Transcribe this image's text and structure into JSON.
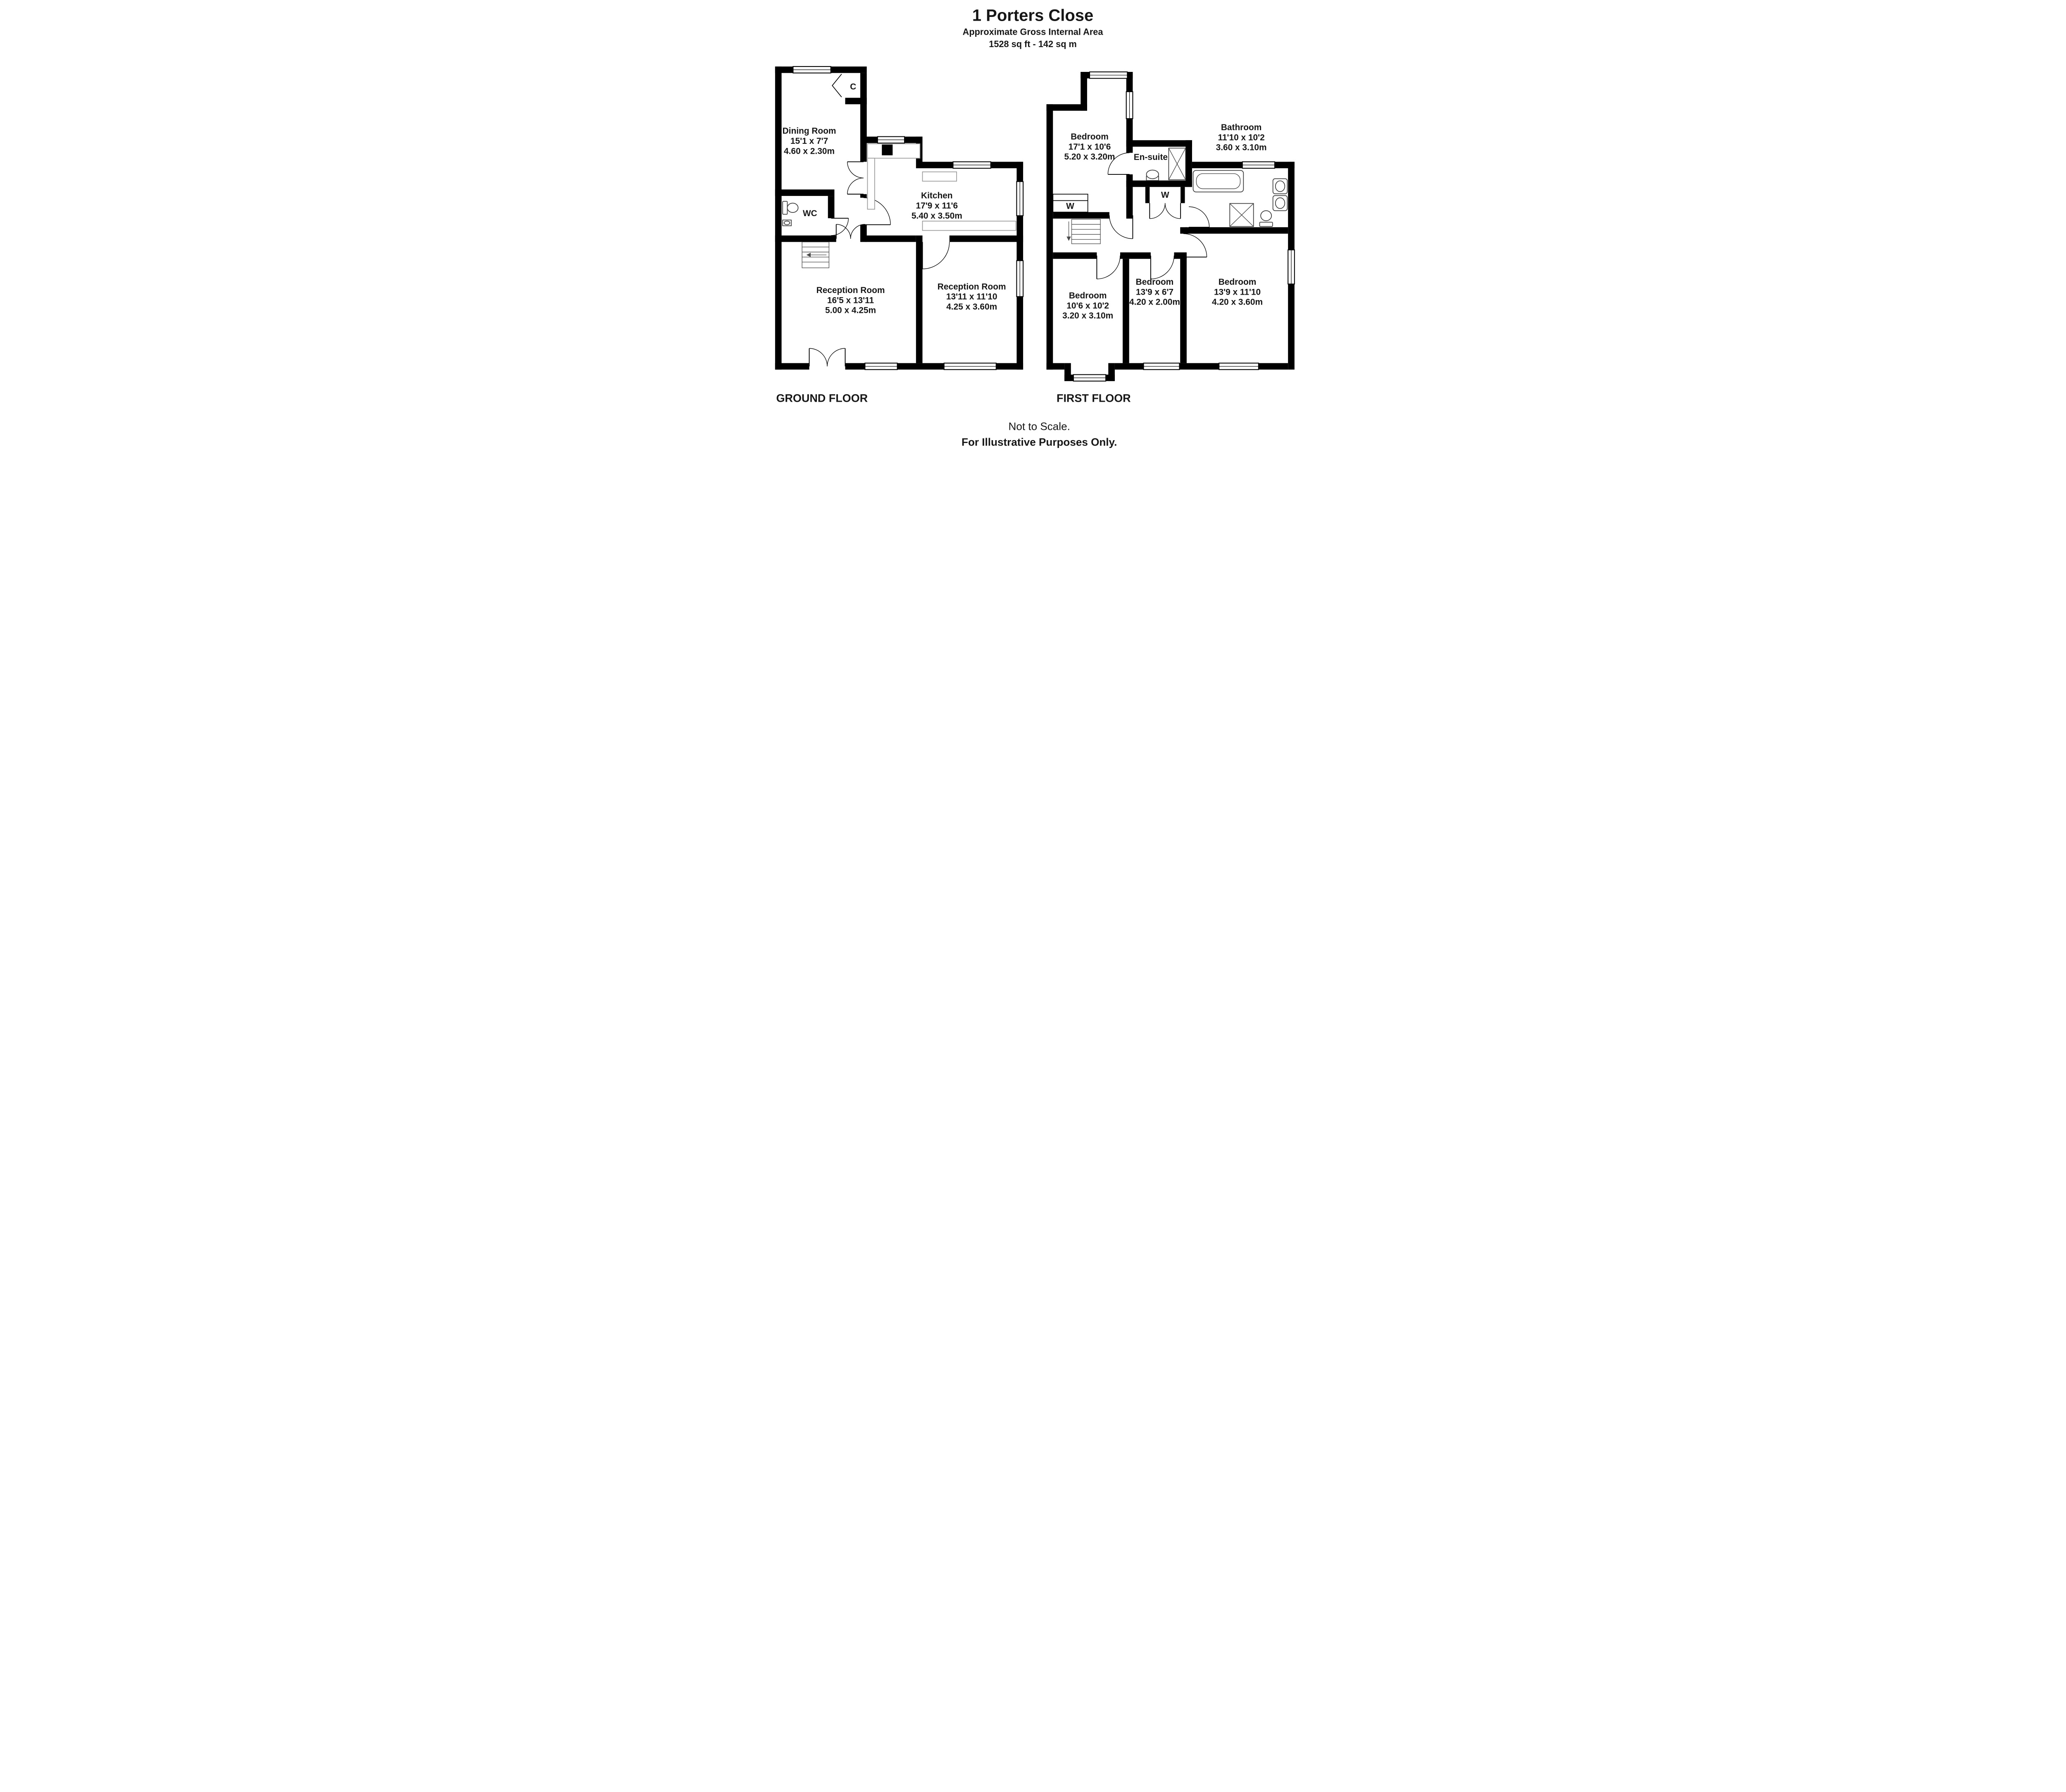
{
  "header": {
    "title": "1 Porters Close",
    "subtitle": "Approximate Gross Internal Area",
    "area": "1528 sq ft - 142 sq m"
  },
  "ground_floor": {
    "label": "GROUND FLOOR",
    "rooms": {
      "dining": {
        "name": "Dining Room",
        "imperial": "15'1 x 7'7",
        "metric": "4.60 x 2.30m"
      },
      "closet": {
        "name": "C"
      },
      "wc": {
        "name": "WC"
      },
      "kitchen": {
        "name": "Kitchen",
        "imperial": "17'9 x 11'6",
        "metric": "5.40 x 3.50m"
      },
      "reception1": {
        "name": "Reception Room",
        "imperial": "16'5 x 13'11",
        "metric": "5.00 x 4.25m"
      },
      "reception2": {
        "name": "Reception Room",
        "imperial": "13'11 x 11'10",
        "metric": "4.25 x 3.60m"
      }
    }
  },
  "first_floor": {
    "label": "FIRST FLOOR",
    "rooms": {
      "bedroom1": {
        "name": "Bedroom",
        "imperial": "17'1 x 10'6",
        "metric": "5.20 x 3.20m"
      },
      "ensuite": {
        "name": "En-suite"
      },
      "bathroom": {
        "name": "Bathroom",
        "imperial": "11'10 x 10'2",
        "metric": "3.60 x 3.10m"
      },
      "wardrobe_left": {
        "name": "W"
      },
      "wardrobe_mid": {
        "name": "W"
      },
      "bedroom2": {
        "name": "Bedroom",
        "imperial": "10'6 x 10'2",
        "metric": "3.20 x 3.10m"
      },
      "bedroom3": {
        "name": "Bedroom",
        "imperial": "13'9 x 6'7",
        "metric": "4.20 x 2.00m"
      },
      "bedroom4": {
        "name": "Bedroom",
        "imperial": "13'9 x 11'10",
        "metric": "4.20 x 3.60m"
      }
    }
  },
  "footer": {
    "note1": "Not to Scale.",
    "note2": "For Illustrative Purposes Only."
  },
  "colors": {
    "wall": "#000000",
    "text": "#161616",
    "background": "#ffffff"
  }
}
